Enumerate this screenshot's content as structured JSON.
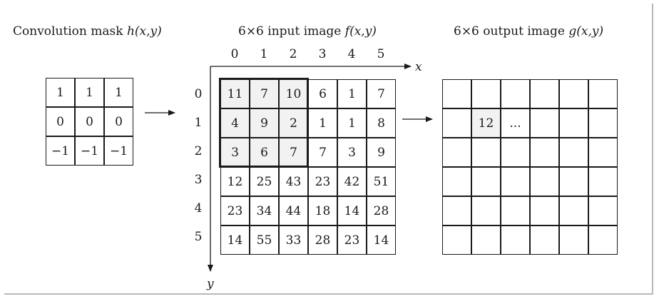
{
  "titles": {
    "mask": {
      "prefix": "Convolution mask ",
      "func": "h",
      "args": "(x,y)"
    },
    "input": {
      "prefix": "6×6 input image ",
      "func": "f",
      "args": "(x,y)"
    },
    "output": {
      "prefix": "6×6 output image ",
      "func": "g",
      "args": "(x,y)"
    }
  },
  "mask": [
    [
      "1",
      "1",
      "1"
    ],
    [
      "0",
      "0",
      "0"
    ],
    [
      "−1",
      "−1",
      "−1"
    ]
  ],
  "input": {
    "col_labels": [
      "0",
      "1",
      "2",
      "3",
      "4",
      "5"
    ],
    "row_labels": [
      "0",
      "1",
      "2",
      "3",
      "4",
      "5"
    ],
    "x_axis": "x",
    "y_axis": "y",
    "values": [
      [
        "11",
        "7",
        "10",
        "6",
        "1",
        "7"
      ],
      [
        "4",
        "9",
        "2",
        "1",
        "1",
        "8"
      ],
      [
        "3",
        "6",
        "7",
        "7",
        "3",
        "9"
      ],
      [
        "12",
        "25",
        "43",
        "23",
        "42",
        "51"
      ],
      [
        "23",
        "34",
        "44",
        "18",
        "14",
        "28"
      ],
      [
        "14",
        "55",
        "33",
        "28",
        "23",
        "14"
      ]
    ]
  },
  "output": {
    "values": [
      [
        "",
        "",
        "",
        "",
        "",
        ""
      ],
      [
        "",
        "12",
        "...",
        "",
        "",
        ""
      ],
      [
        "",
        "",
        "",
        "",
        "",
        ""
      ],
      [
        "",
        "",
        "",
        "",
        "",
        ""
      ],
      [
        "",
        "",
        "",
        "",
        "",
        ""
      ],
      [
        "",
        "",
        "",
        "",
        "",
        ""
      ]
    ]
  }
}
